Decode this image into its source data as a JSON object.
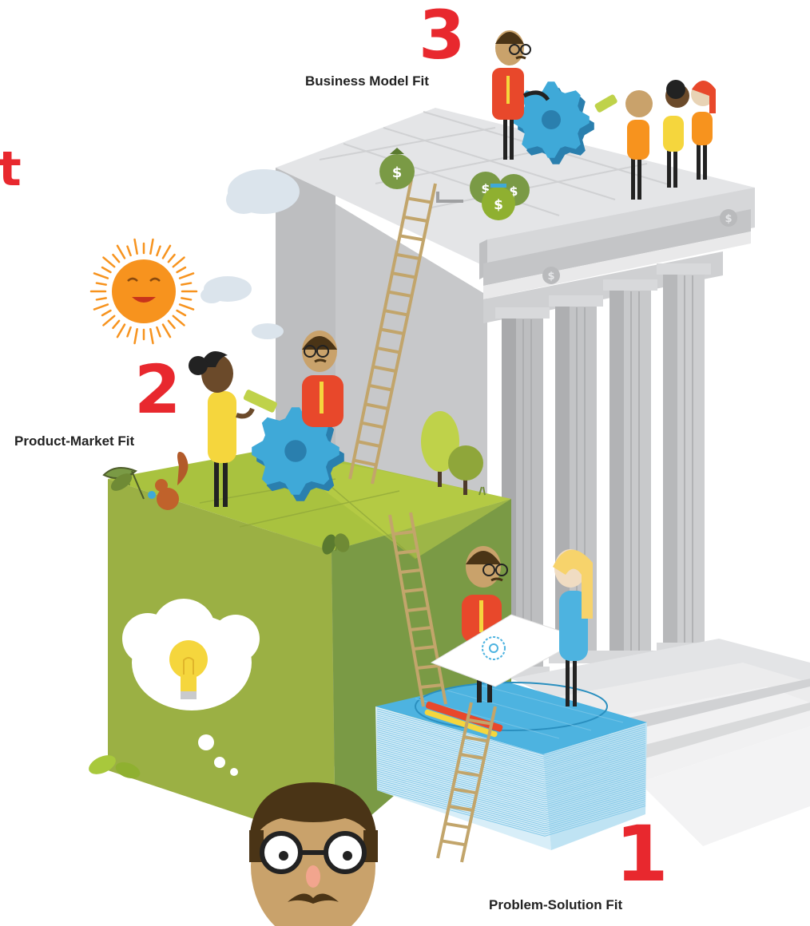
{
  "stages": [
    {
      "number": "1",
      "label": "Problem-Solution Fit"
    },
    {
      "number": "2",
      "label": "Product-Market Fit"
    },
    {
      "number": "3",
      "label": "Business Model Fit"
    }
  ],
  "cropped_title_fragment": "t",
  "currency_symbol": "$",
  "colors": {
    "accent_red": "#e8282e",
    "grass_top": "#a9c23f",
    "cube_front": "#9bb044",
    "cube_side": "#7a9a45",
    "gear_blue": "#3fa9d8",
    "paper_blue": "#4db3e0",
    "building_grey": "#c9cacc",
    "shirt_orange": "#e8482b",
    "shirt_yellow": "#f5d63d",
    "skin_tan": "#c9a26b",
    "moneybag_green": "#7a9a45",
    "ladder_tan": "#c2a56b",
    "sun_orange": "#f7931e"
  }
}
